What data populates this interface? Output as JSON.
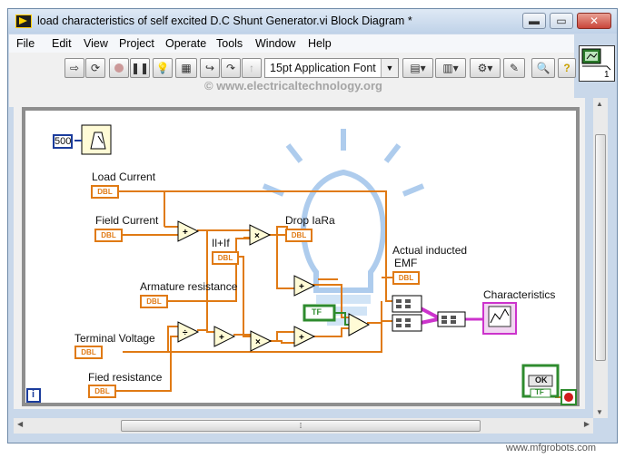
{
  "window": {
    "title": "load characteristics of self excited D.C Shunt Generator.vi Block Diagram *",
    "controls": {
      "minimize": "▬",
      "maximize": "▭",
      "close": "✕"
    }
  },
  "menu": [
    "File",
    "Edit",
    "View",
    "Project",
    "Operate",
    "Tools",
    "Window",
    "Help"
  ],
  "toolbar": {
    "font_select": "15pt Application Font",
    "buttons": [
      "run-arrow-icon",
      "run-continuously-icon",
      "abort-icon",
      "pause-icon",
      "highlight-bulb-icon",
      "retain-wire-icon",
      "step-into-icon",
      "step-over-icon",
      "step-out-icon",
      "align-icon",
      "distribute-icon",
      "reorder-icon",
      "cleanup-icon",
      "search-icon",
      "help-icon"
    ]
  },
  "watermark": "© www.electricaltechnology.org",
  "vi_icon_text": "1",
  "diagram": {
    "wait_const": "500",
    "labels": {
      "load_current": "Load Current",
      "field_current": "Field Current",
      "armature_resistance": "Armature resistance",
      "terminal_voltage": "Terminal Voltage",
      "fied_resistance": "Fied resistance",
      "il_if": "Il+If",
      "drop_iara": "Drop IaRa",
      "actual_emf_line1": "Actual inducted",
      "actual_emf_line2": "EMF",
      "characteristics": "Characteristics"
    },
    "dbl_tag": "DBL",
    "tf_tag": "TF",
    "ok_label": "OK",
    "info_icon": "i"
  },
  "footer": "www.mfgrobots.com",
  "colors": {
    "wire": "#e07a14",
    "wire_pink": "#cc33cc",
    "const_blue": "#1b3c9c",
    "bool_green": "#2e8b2e"
  }
}
